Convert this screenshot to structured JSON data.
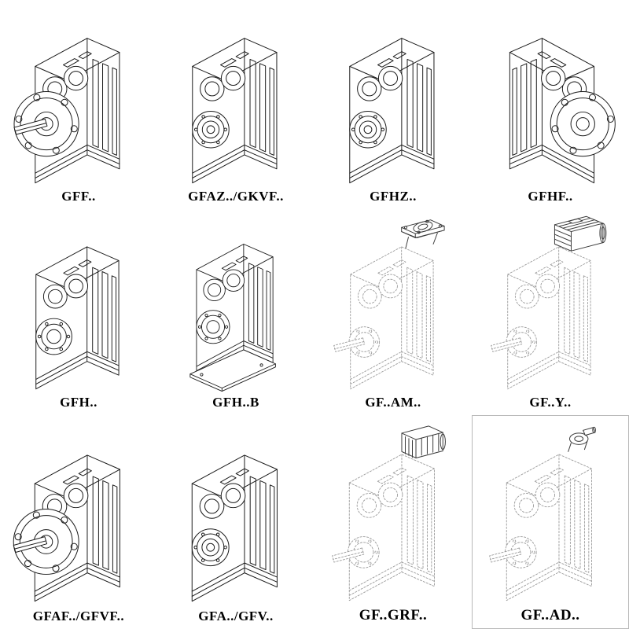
{
  "page": {
    "background": "#ffffff",
    "line_color": "#1a1a1a",
    "phantom_line_color": "#9a9a9a"
  },
  "catalog": {
    "cells": [
      {
        "label": "GFF..",
        "drawing": "flange-shaft-gearbox-icon",
        "line_style": "solid"
      },
      {
        "label": "GFAZ../GKVF..",
        "drawing": "hollow-shaft-gearbox-icon",
        "line_style": "solid"
      },
      {
        "label": "GFHZ..",
        "drawing": "hollow-shaft-gearbox-icon",
        "line_style": "solid"
      },
      {
        "label": "GFHF..",
        "drawing": "flange-gearbox-mirrored-icon",
        "line_style": "solid"
      },
      {
        "label": "GFH..",
        "drawing": "shaft-mounted-gearbox-icon",
        "line_style": "solid"
      },
      {
        "label": "GFH..B",
        "drawing": "foot-mounted-gearbox-icon",
        "line_style": "solid"
      },
      {
        "label": "GF..AM..",
        "drawing": "motor-adapter-flange-gearbox-icon",
        "line_style": "dashed"
      },
      {
        "label": "GF..Y..",
        "drawing": "gearbox-with-motor-icon",
        "line_style": "dashed"
      },
      {
        "label": "GFAF../GFVF..",
        "drawing": "flange-shaft-gearbox-icon",
        "line_style": "solid"
      },
      {
        "label": "GFA../GFV..",
        "drawing": "hollow-shaft-gearbox-icon",
        "line_style": "solid"
      },
      {
        "label": "GF..GRF..",
        "drawing": "grf-adapter-gearbox-icon",
        "line_style": "dashed"
      },
      {
        "label": "GF..AD..",
        "drawing": "input-adapter-gearbox-icon",
        "line_style": "dashed"
      }
    ]
  }
}
